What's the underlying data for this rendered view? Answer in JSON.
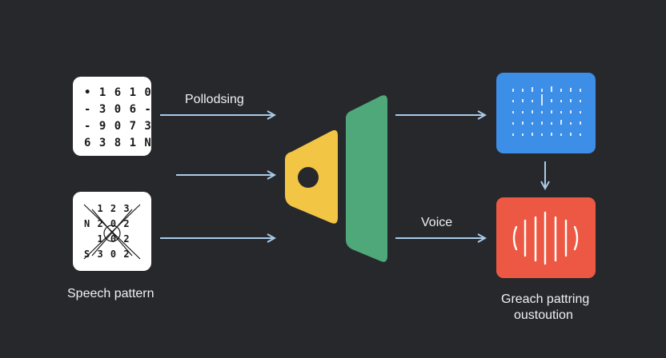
{
  "left_top_card": {
    "rows": [
      "• 1 6 1 0",
      "- 3 0 6 -",
      "- 9 0 7 3",
      "6 3 8 1 N"
    ]
  },
  "left_bottom_card": {
    "rows": [
      "  1 2 3",
      "N 2 0 2",
      "  1 0 2",
      "S 3 0 2"
    ]
  },
  "labels": {
    "top_arrow": "Pollodsing",
    "left_caption": "Speech pattern",
    "bottom_arrow": "Voice",
    "right_caption_line1": "Greach pattring",
    "right_caption_line2": "oustoution"
  },
  "colors": {
    "background": "#26282c",
    "arrow": "#a9cbe8",
    "yellow": "#f2c544",
    "green": "#4fa87a",
    "blue": "#3d8ee6",
    "red": "#ec5843"
  },
  "icons": {
    "spectrogram": "dot-grid-icon",
    "waveform": "sound-bars-icon"
  }
}
